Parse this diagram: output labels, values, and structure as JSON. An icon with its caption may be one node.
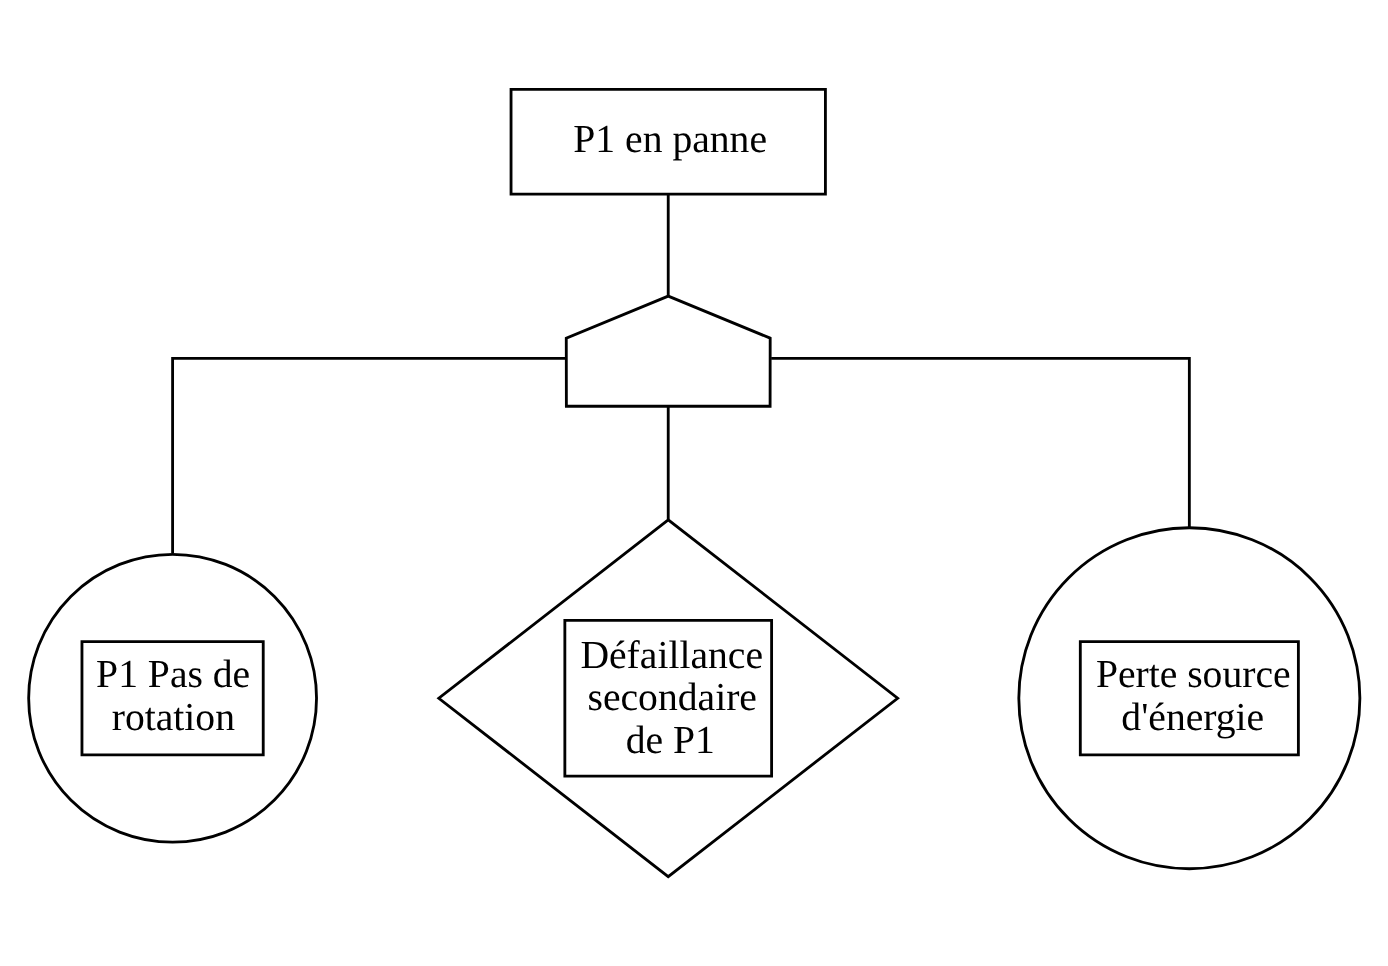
{
  "diagram": {
    "nodes": [
      {
        "text": [
          "P1 en panne"
        ]
      },
      {
        "text": [],
        "shape": "gate"
      },
      {
        "text": [
          "P1 Pas de rotation"
        ]
      },
      {
        "text": [
          "Défaillance secondaire de P1"
        ]
      },
      {
        "text": [
          "Perte source d'énergie"
        ]
      }
    ],
    "edges": [
      {
        "from": 0,
        "to": 1,
        "arrow": "none"
      },
      {
        "from": 1,
        "to": 2,
        "arrow": "none"
      },
      {
        "from": 1,
        "to": 3,
        "arrow": "none"
      },
      {
        "from": 1,
        "to": 4,
        "arrow": "none"
      }
    ]
  }
}
